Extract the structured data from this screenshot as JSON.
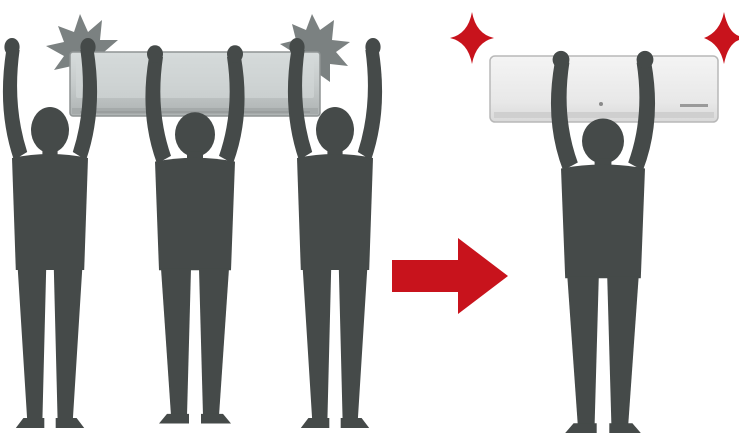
{
  "illustration": {
    "before": {
      "people_count": 3,
      "unit": "heavy-air-conditioner-unit",
      "effect": "strain-burst-icon"
    },
    "transition": "right-arrow-icon",
    "after": {
      "people_count": 1,
      "unit": "light-air-conditioner-unit",
      "effect": "sparkle-icon"
    }
  },
  "colors": {
    "background": "#ffffff",
    "silhouette": "#454a49",
    "arrow": "#c8131c",
    "sparkle": "#c8131c",
    "burst": "#7b8181",
    "heavy_unit": "#c7cccc",
    "light_unit": "#ececec"
  }
}
